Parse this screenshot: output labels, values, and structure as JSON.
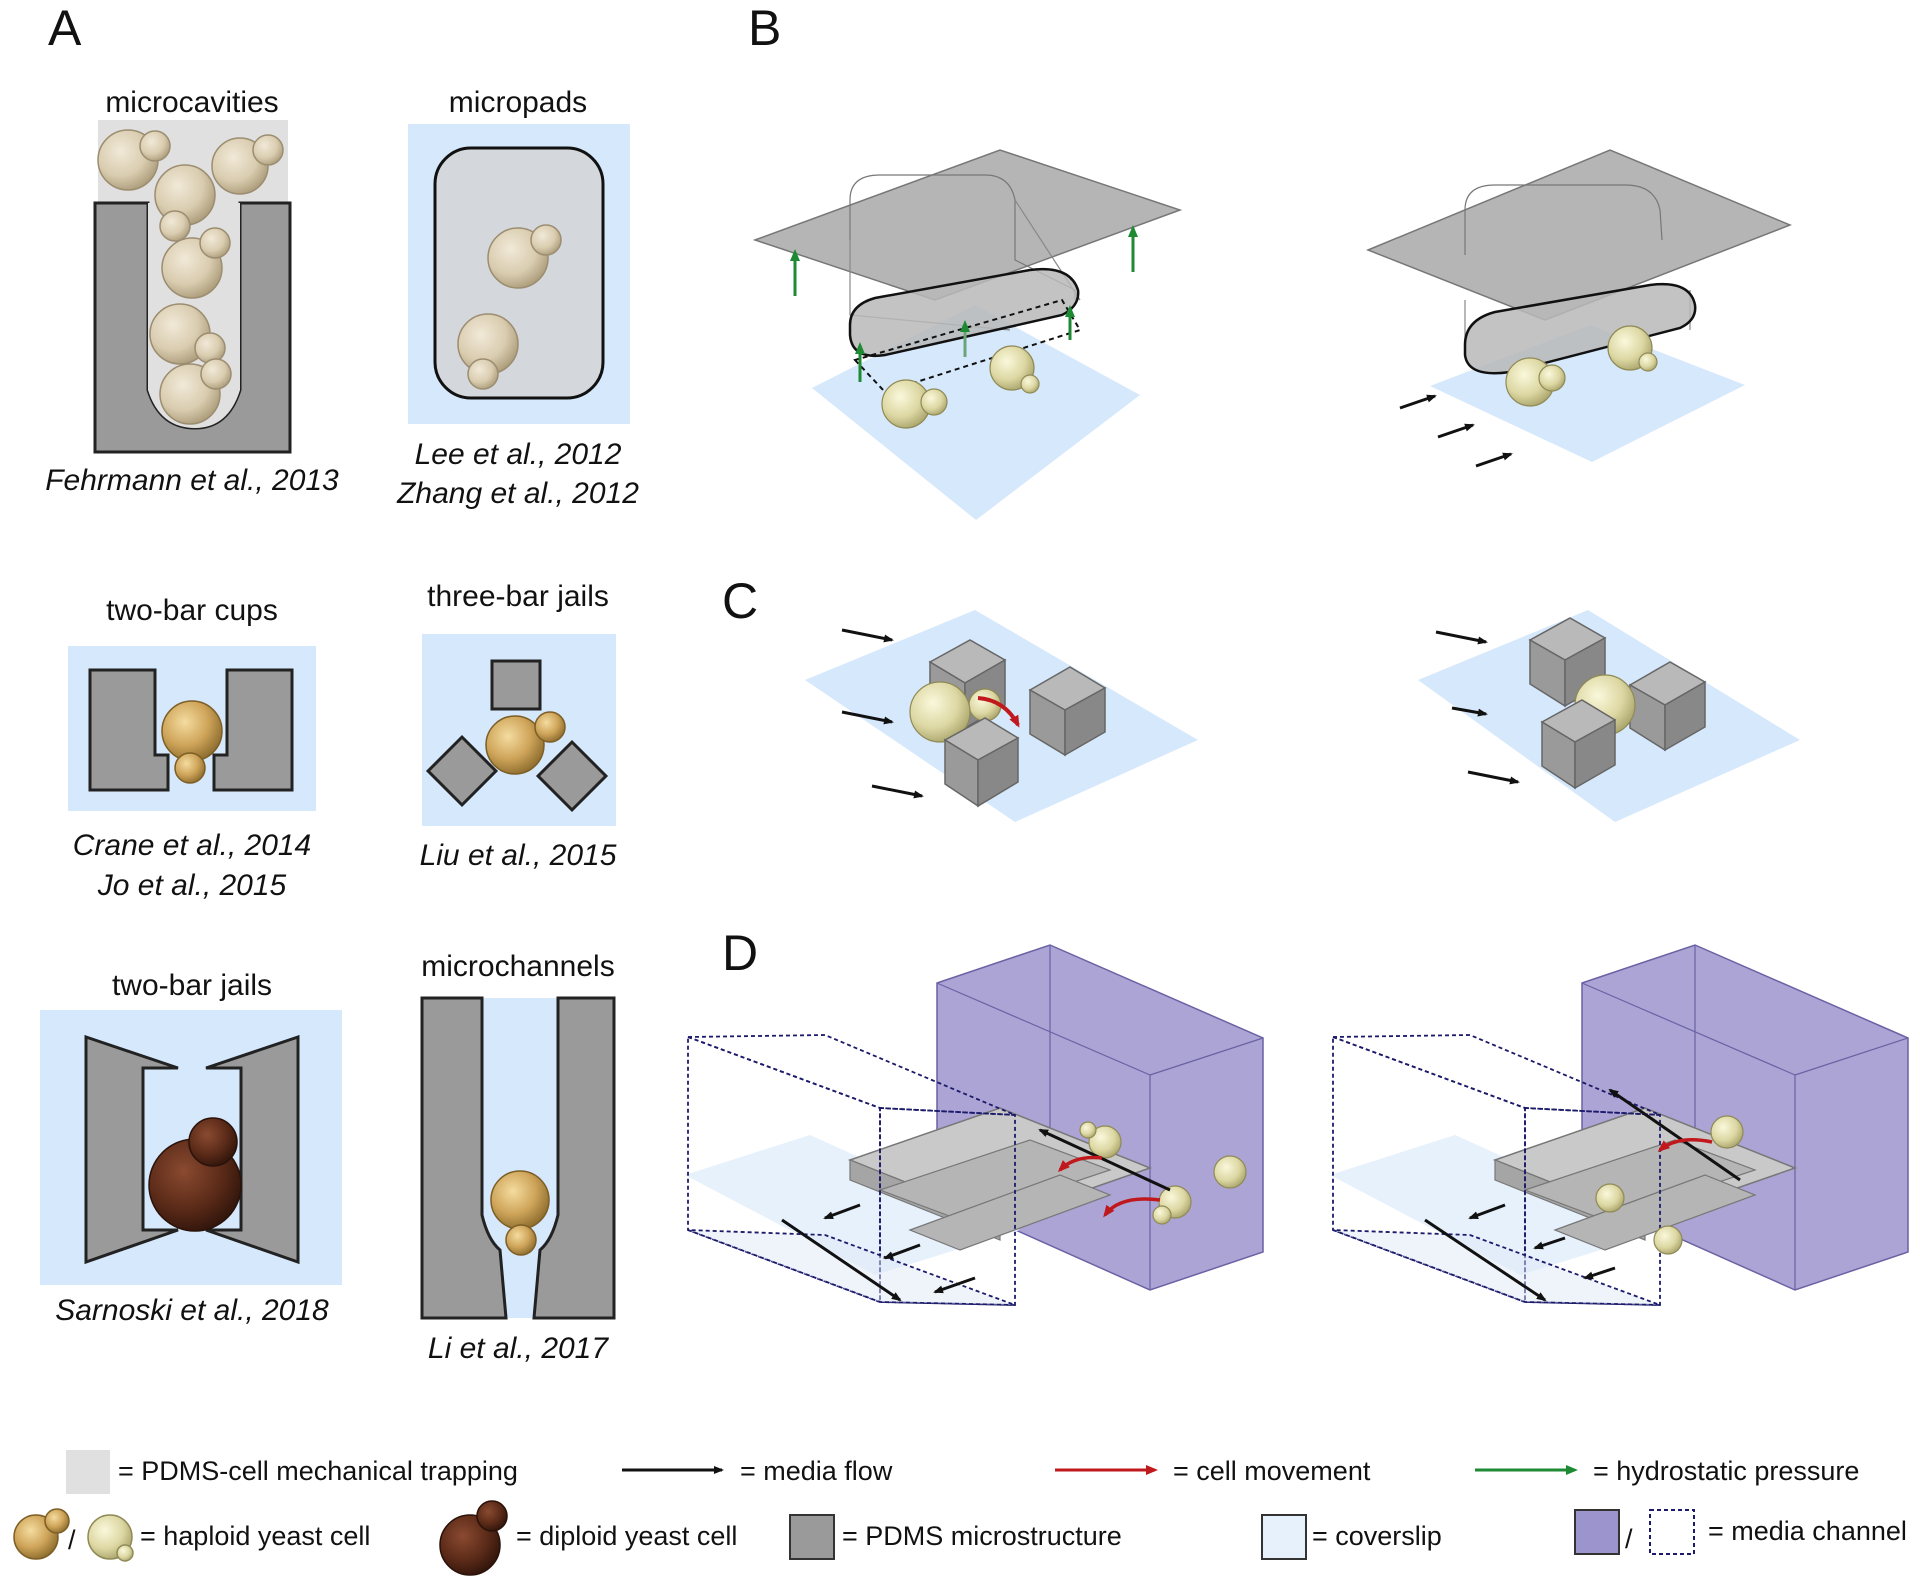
{
  "panels": {
    "a": "A",
    "b": "B",
    "c": "C",
    "d": "D"
  },
  "panel_a": {
    "microcavities": {
      "title": "microcavities",
      "citation": "Fehrmann et al., 2013"
    },
    "micropads": {
      "title": "micropads",
      "citations": [
        "Lee et al., 2012",
        "Zhang et al., 2012"
      ]
    },
    "two_bar_cups": {
      "title": "two-bar cups",
      "citations": [
        "Crane et al., 2014",
        "Jo et al., 2015"
      ]
    },
    "three_bar_jails": {
      "title": "three-bar jails",
      "citation": "Liu et al., 2015"
    },
    "two_bar_jails": {
      "title": "two-bar jails",
      "citation": "Sarnoski et al., 2018"
    },
    "microchannels": {
      "title": "microchannels",
      "citation": "Li et al., 2017"
    }
  },
  "legend": {
    "mechanical_trapping": "= PDMS-cell mechanical trapping",
    "media_flow": "= media flow",
    "cell_movement": "= cell movement",
    "hydrostatic_pressure": "= hydrostatic pressure",
    "haploid": "= haploid yeast cell",
    "haploid_separator": "/",
    "diploid": "= diploid yeast cell",
    "pdms_microstructure": "= PDMS microstructure",
    "coverslip": "= coverslip",
    "media_channel": "= media channel",
    "media_channel_separator": "/"
  },
  "colors": {
    "coverslip": "#d6e8fb",
    "pdms": "#9a9a9a",
    "trapping": "#e0e0e0",
    "media_channel": "#9c94cc",
    "flow_arrow": "#111111",
    "cell_movement_arrow": "#c0181c",
    "pressure_arrow": "#1f8a34",
    "haploid_gold": "#c9a865",
    "haploid_pale": "#dedba6",
    "diploid": "#5a2a1a"
  }
}
